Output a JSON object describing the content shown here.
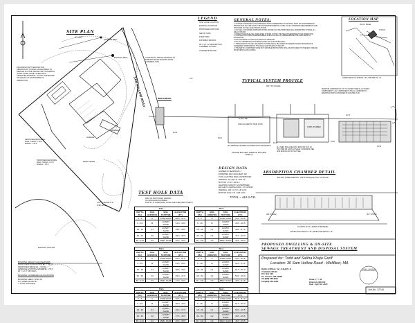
{
  "site_plan": {
    "title": "SITE PLAN",
    "scale": "1\"=30'",
    "notes": [
      "Excavate for 5' around soil absorption system as required to remove all soil above the C2 horizon (sand layer, base layer) with approved material. Notify the Board of Health 24-hour prior to inspection."
    ],
    "labels": {
      "existing_well_1": "EXISTING WELL",
      "existing_well_2": "EXISTING WELL",
      "road": "SAM HOLLOW ROAD",
      "retaining_wall_1": "PROPOSED RETAINING WALL T/WALL = 46.5 B/WALL = 40.5",
      "retaining_wall_2": "PROPOSED RETAINING WALL T/WALL = 53.5 B/WALL = 50.5",
      "fence": "PROP. FENCE",
      "lot": "LOT 6 40,000 S.F. 0.92 Acs.",
      "construct_swale": "CONSTRUCT SWALE GRADING TO PREVENT ROAD RUNOFF FROM ENTERING SITE",
      "existing_hollow": "EXISTING HOLLOW",
      "garage": "GARAGE",
      "driveway": "DRIVEWAY"
    },
    "building_height": {
      "title": "BUILDING HEIGHT CALCULATIONS",
      "lines": [
        "PROPOSED FOUNDATION EL. = 56.53",
        "PROPOSED RIDGE EL. = 80.53",
        "AVERAGE EXISTING GRADE EL.= 53.3",
        "HT. = 27.2' (30' MAX)"
      ]
    },
    "building_coverage": {
      "title": "BUILDING COVERAGE CALCULATIONS",
      "lines": [
        "BUILDING AREA = 4791 SF",
        "LOT AREA 40,000 SF",
        "= 11.9% (15% MAX)"
      ]
    }
  },
  "legend": {
    "title": "LEGEND",
    "items": [
      "TEST HOLE LOCATION",
      "EXISTING CONTOUR",
      "PROPOSED CONTOUR",
      "SEPTIC TANK",
      "PUMP TANK",
      "DISTRIBUTION BOX",
      "48' x 16' x 2' ABSORPTION CHAMBER SYSTEM",
      "CONCRETE BOUND"
    ],
    "cb": "C.B."
  },
  "general_notes": {
    "title": "GENERAL NOTES:",
    "items": [
      "1. SYSTEM IS DESIGNED IN ACCORDANCE WITH COMMONWEALTH OF MASS. DEPT. OF ENVIRONMENTAL PROTECTION 310 CMR 15.000, THE STATE ENVIRONMENTAL CODE, TITLE 5 STANDARD REQUIREMENTS AND THE TOWN OF WELLFLEET REGULATIONS.",
      "2. NO WELLS OR WATER SUPPLIES WITHIN 100 FEET OF THE PROPOSED SOIL ABSORPTION SYSTEM. ALL WELLS SHOWN.",
      "3. PRIOR TO BACKFILLING COMPLETED SYSTEM, NOTIFY THE HEALTH DEPARTMENT FOR INSPECTION.",
      "4. CONTRACTOR SHALL BE RESPONSIBLE FOR LOCATING ALL UNDERGROUND UTILITIES PRIOR TO EXCAVATION.",
      "5. NOT CHANGES TO THIS PLAN WITHOUT APPROVAL.",
      "6. NO SOIL ABSORPTION SYSTEMS WITHIN 100' OF EXISTING WELL.",
      "7. THROUGHOUT ITS LIFE, THE SEPTIC SYSTEM SHALL BE UNDER AN OPERATION AND MAINTENANCE AGREEMENT APPROVED BY THE WELLFLEET BOARD OF HEALTH.",
      "8. THE SEPTIC COMPONENTS ARE NOT SUITABLE PROTECTION SHALL BE PROVIDED TO PREVENT DAMAGE FROM VEHICULAR LOADING."
    ]
  },
  "location_map": {
    "title": "LOCATION MAP",
    "subtitle": "Not to Scale",
    "locus": "LOCUS",
    "parcel": "ASSR'S MAP 23, PARCEL 131-7 PB 683 PG. 31"
  },
  "profile": {
    "title": "TYPICAL SYSTEM PROFILE",
    "subtitle": "NOT TO SCALE",
    "septic_tank": "1500 GAL SEPTIC TANK (H-20)",
    "pump_chamber": "PUMP CHAMBER",
    "cover_note": "MAINTAIN A MINIMUM OF 24\" OF COVER OVER ALL SYSTEM COMPONENTS. ALL COMPONENTS SHALL CONFORM TO SPECIFICATIONS CONTAINED IN 310 CMR 15.00",
    "no_garbage": "NO GARBAGE GRINDER ALLOWED WITH THIS DESIGN.",
    "effluent": "PROVIDE EFFLUENT SAMPLING PIPE (SEE SHEET 2)",
    "flow_line": "FLOW LINE",
    "tees": "ALL TEES SHALL BE CAST IRON OR SCH. 40 PVC PIPE OR CAST-IN-PLACE. CONCRETE TEE AND BAFFLE ON OUTLET TEE.",
    "benchmark": "BENCHMARK",
    "elevations": [
      "53.95",
      "53.70",
      "53.45",
      "53.00",
      "51.75",
      "51.50"
    ]
  },
  "design_data": {
    "title": "DESIGN DATA",
    "lines": [
      "NUMBER OF BEDROOMS: 4",
      "ESTIMATED DAILY EFFLUENT: 440",
      "TOTAL LEACHING AREA AS PROPOSED:",
      "SIDEWALL: 2(L+W) x D = 200 S.F.",
      "BOTTOM: L x W = 400 S.F.",
      "LEACHING CAPACITY AS PROPOSED",
      "EFFLUENT LOADING RATE = 0.74 GPD/SF",
      "SIDEWALL: 200 X 0.74 = 148 G.P.D.",
      "BOTTOM: 400 X 0.74 = 296 G.P.D."
    ],
    "total": "TOTAL = 444 G.P.D."
  },
  "test_hole": {
    "title": "TEST HOLE DATA",
    "lines": [
      "DATE OF TEST HOLES: 2/18/2021",
      "NO WATER ENCOUNTERED",
      "INSP. BY: D. GUNN (R&W), DOUG GUEY-LEE (HEALTH DEPT)"
    ],
    "headers": [
      "DEPTH (IN.)",
      "SOIL HORIZON",
      "SOIL TEXTURE",
      "ELEVATION (FT.)"
    ],
    "tables": [
      {
        "name": "TH-1",
        "rows": [
          [
            "0 - 6",
            "A",
            "FINE SAND",
            "48.5 - 51.0"
          ],
          [
            "6 - 18",
            "B",
            "LOAMY SAND",
            "51.0 - 49.5"
          ],
          [
            "18 - 36",
            "C1",
            "LOAMY SAND",
            "49.5 - 48.0"
          ],
          [
            "36 - 60",
            "C2",
            "LOAMY SAND",
            "48.0 - 46.0"
          ],
          [
            "60 - 144",
            "C3",
            "MED. SAND",
            "46.0 - 39.0"
          ]
        ]
      },
      {
        "name": "TH-2",
        "rows": [
          [
            "0 - 6",
            "A",
            "FINE SAND",
            "50.0 - 49.5"
          ],
          [
            "6 - 18",
            "B",
            "LOAMY SAND",
            "49.5 - 48.5"
          ],
          [
            "18 - 36",
            "C1",
            "LOAMY SAND",
            "48.5 - 47.0"
          ],
          [
            "36 - 60",
            "C2",
            "LOAMY SAND",
            "47.0 - 45.0"
          ],
          [
            "60 - 144",
            "C3",
            "MED. SAND",
            "45.0 - 38.0"
          ]
        ]
      },
      {
        "name": "TH-3",
        "rows": [
          [
            "0 - 6",
            "A",
            "FINE SAND",
            "52.0 - 51.5"
          ],
          [
            "6 - 18",
            "B",
            "LOAMY SAND",
            "51.5 - 50.5"
          ],
          [
            "18 - 36",
            "C1",
            "LOAMY SAND",
            "50.5 - 49.0"
          ],
          [
            "36 - 60",
            "C2",
            "LOAMY SAND",
            "49.0 - 47.0"
          ],
          [
            "60 - 144",
            "C3",
            "MED. SAND",
            "47.0 - 40.0"
          ]
        ]
      },
      {
        "name": "TH-4",
        "rows": [
          [
            "0 - 6",
            "A",
            "FINE SAND",
            "53.0 - 52.5"
          ],
          [
            "6 - 18",
            "B",
            "LOAMY SAND",
            "52.5 - 51.5"
          ],
          [
            "18 - 36",
            "C1",
            "LOAMY SAND",
            "51.5 - 50.0"
          ],
          [
            "36 - 60",
            "C2",
            "LOAMY SAND",
            "50.0 - 48.0"
          ],
          [
            "60 - 144",
            "C3",
            "MED. SAND",
            "48.0 - 41.0"
          ]
        ]
      },
      {
        "name": "TH-5",
        "rows": [
          [
            "0 - 6",
            "A",
            "FINE SAND",
            "50.5 - 50.0"
          ],
          [
            "6 - 18",
            "B",
            "LOAMY SAND",
            "50.0 - 49.0"
          ],
          [
            "18 - 36",
            "C1",
            "LOAMY SAND",
            "49.0 - 47.5"
          ],
          [
            "36 - 60",
            "C2",
            "LOAMY SAND",
            "47.5 - 45.5"
          ],
          [
            "60 - 144",
            "C3",
            "MED. SAND",
            "45.5 - 38.5"
          ]
        ]
      },
      {
        "name": "TH-6",
        "rows": [
          [
            "0 - 6",
            "A",
            "FINE SAND",
            "51.5 - 51.0"
          ],
          [
            "6 - 18",
            "B",
            "LOAMY SAND",
            "51.0 - 50.0"
          ],
          [
            "18 - 36",
            "C1",
            "LOAMY SAND",
            "50.0 - 48.5"
          ],
          [
            "36 - 60",
            "C2",
            "LOAMY SAND",
            "48.5 - 46.5"
          ],
          [
            "60 - 144",
            "C3",
            "MED. SAND",
            "46.5 - 39.5"
          ]
        ]
      }
    ]
  },
  "absorption": {
    "title": "ABSORPTION CHAMBER DETAIL",
    "subtitle": "(500-GAL \"HOME PRECAST\" UNITS OR EQUAL) NOT TO SCALE",
    "dims": "24 UNITS 16' IN 2 ROWS 4' BETWEEN",
    "effective": "EFFECTIVE LENGTH = 48', EFFECTIVE WIDTH = 16'",
    "left": "(3/4\" STONE)",
    "right": "(3/4\" STONE)"
  },
  "title_block": {
    "title_line1": "PROPOSED DWELLING & ON-SITE",
    "title_line2": "SEWAGE TREATMENT AND DISPOSAL SYSTEM",
    "prepared_for": "Prepared for: Todd and Saliha Khaja Greff",
    "location": "Location: 30 Sam Hollow Road - Wellfleet, MA",
    "firm": [
      "Ryder & Wilcox, Inc., P.E.& P.L.S.",
      "3 Giddiah Hill Rd.",
      "P.O. Box 439",
      "So. Orleans, MA.02662",
      "Tel.(508) 255-8312",
      "Fax(508) 240-2306"
    ],
    "scale": "Scale: 1\" = 30'",
    "drawn_by": "Drawn by MLCCE",
    "date": "Date - April 10, 2023",
    "stamp": "STEPHEN ... REGISTERED PROFESSIONAL ENGINEER",
    "job": "Job No. 12744"
  }
}
